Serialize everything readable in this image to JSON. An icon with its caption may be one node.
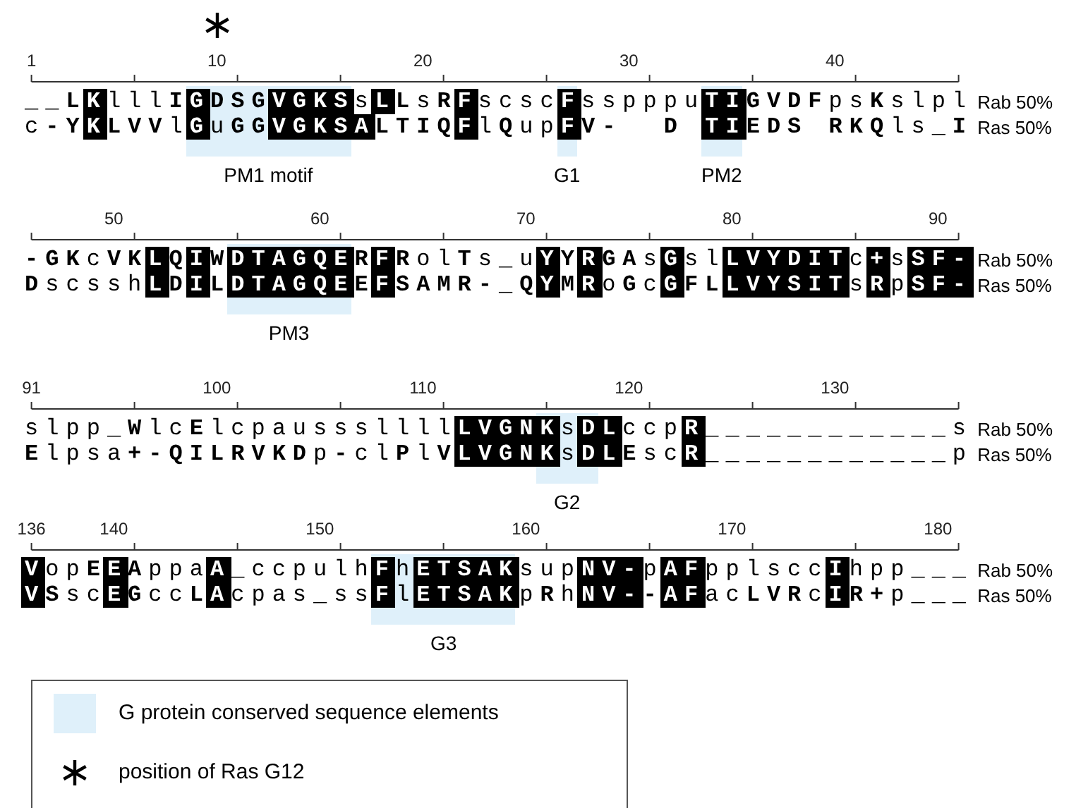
{
  "diagram": {
    "labels": [
      "1",
      "10",
      "20",
      "30",
      "40",
      "__LKlllIGDSGVGKSsLLsRFscscFsspppuTIGVDFpsKslpl",
      "Rab 50%",
      "c-YKLVVlGuGGVGKSALTIQFlQupFV-  D TIEDS RKQls_I",
      "Ras 50%",
      "PM1 motif",
      "G1",
      "PM2",
      "50",
      "60",
      "70",
      "80",
      "90",
      "-GKcVKLQIWDTAGQERFRolTs_uYYRGAsGslLVYDITc+sSF-",
      "Rab 50%",
      "DscsshLDILDTAGQEEFSAMR-_QYMRoGcGFLLVYSITsRpSF-",
      "Ras 50%",
      "PM3",
      "91",
      "100",
      "110",
      "120",
      "130",
      "slpp_WlcElcpausssllllLVGNKsDLccpR____________s",
      "Rab 50%",
      "Elpsa+-QILRVKDp-clPlVLVGNKsDLEscR____________p",
      "Ras 50%",
      "G2",
      "136",
      "140",
      "150",
      "160",
      "170",
      "180",
      "VopEEAppaA_ccpulhFhETSAKsupNV-pAFpplsccIhpp___",
      "Rab 50%",
      "VSscEGccLAcpas_ssFlETSAKpRhNV--AFacLVRcIR+p___",
      "Ras 50%",
      "G3"
    ],
    "legend": [
      {
        "text": "G protein conserved sequence elements",
        "color": "#dff0fa"
      },
      {
        "text": "position of Ras G12"
      }
    ]
  }
}
